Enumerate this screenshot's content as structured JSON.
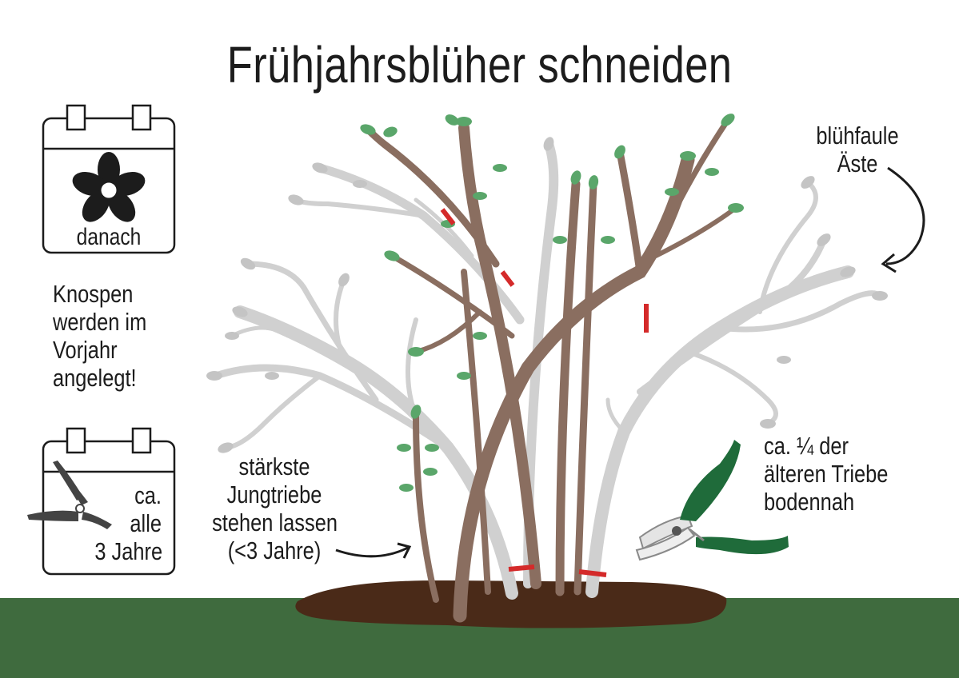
{
  "title": "Frühjahrsblüher schneiden",
  "calendar_top": {
    "label": "danach",
    "icon": "flower-icon"
  },
  "calendar_bottom": {
    "lines": [
      "ca.",
      "alle",
      "3 Jahre"
    ],
    "icon": "pruning-shears-icon"
  },
  "side_note": [
    "Knospen",
    "werden im",
    "Vorjahr",
    "angelegt!"
  ],
  "annotations": {
    "old_branches": [
      "blühfaule",
      "Äste"
    ],
    "young_shoots": [
      "stärkste",
      "Jungtriebe",
      "stehen lassen",
      "(<3 Jahre)"
    ],
    "old_shoots": [
      "ca. ¼ der",
      "älteren Triebe",
      "bodennah"
    ]
  },
  "colors": {
    "ground": "#3f6b3e",
    "soil": "#4a2a18",
    "young_branch": "#8a6e60",
    "old_branch": "#d0d0d0",
    "leaf_green": "#5aa66a",
    "leaf_grey": "#c4c4c4",
    "cut_mark": "#d42a2a",
    "shears_handle": "#1f6b3a"
  }
}
